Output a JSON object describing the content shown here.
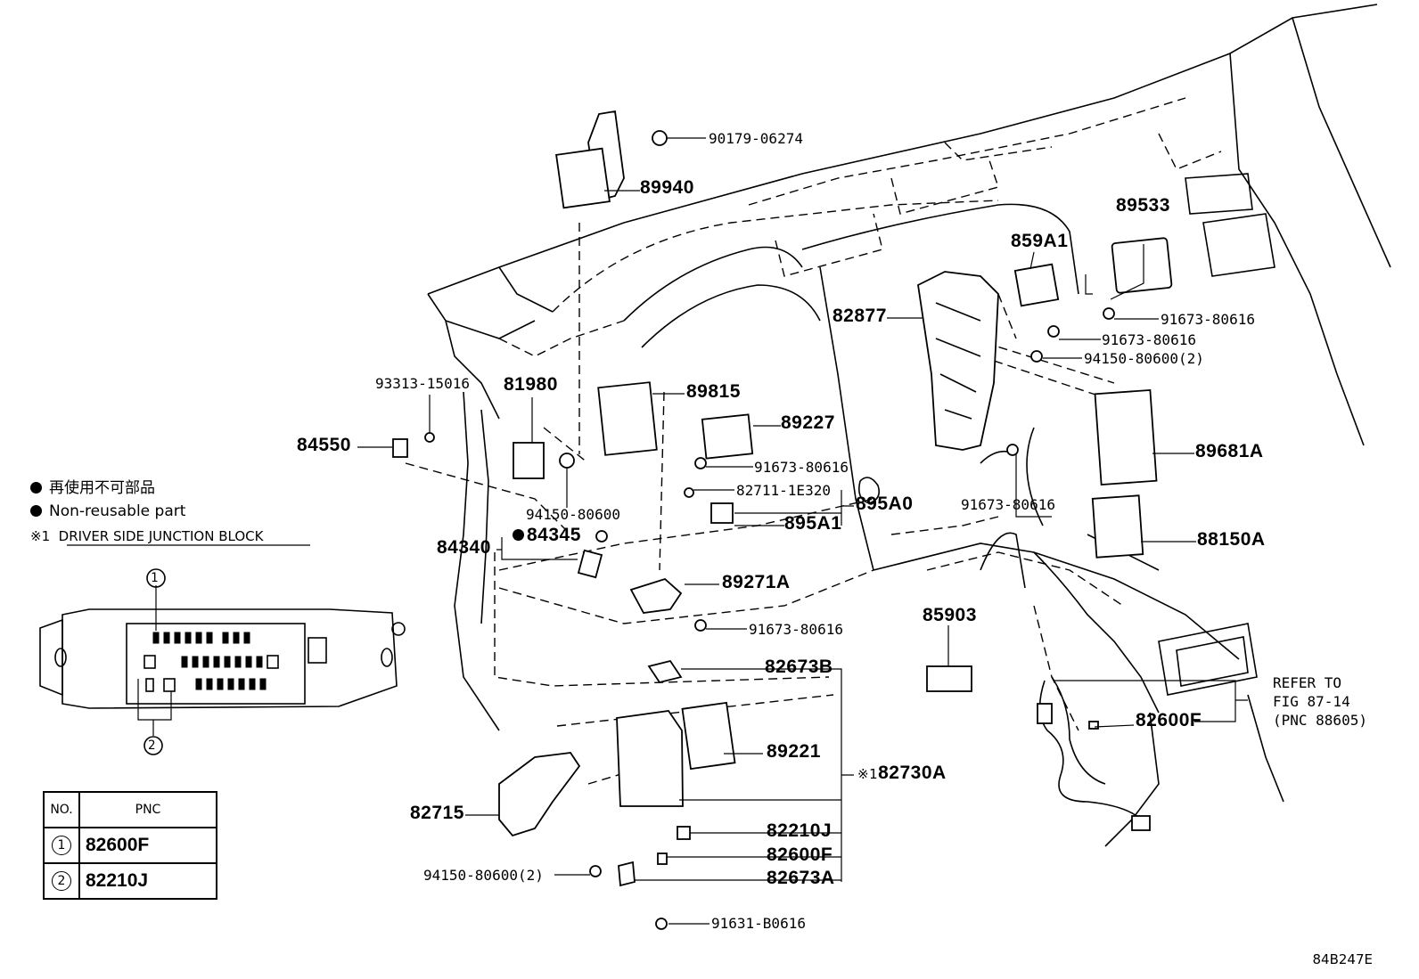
{
  "legend": {
    "non_reusable_jp": "再使用不可部品",
    "non_reusable_en": "Non-reusable part",
    "note_mark": "※1",
    "note_text": "DRIVER SIDE JUNCTION BLOCK"
  },
  "pnc_table": {
    "header_no": "NO.",
    "header_pnc": "PNC",
    "rows": [
      {
        "no": "1",
        "pnc": "82600F"
      },
      {
        "no": "2",
        "pnc": "82210J"
      }
    ]
  },
  "junction_block_callouts": [
    "1",
    "2"
  ],
  "parts": {
    "p90179": "90179-06274",
    "p89940": "89940",
    "p89533": "89533",
    "p859A1": "859A1",
    "p82877": "82877",
    "p91673_a": "91673-80616",
    "p91673_b": "91673-80616",
    "p94150_2a": "94150-80600(2)",
    "p93313": "93313-15016",
    "p81980": "81980",
    "p89815": "89815",
    "p89227": "89227",
    "p84550": "84550",
    "p91673_c": "91673-80616",
    "p89681A": "89681A",
    "p82711": "82711-1E320",
    "p895A0": "895A0",
    "p91673_d": "91673-80616",
    "p94150": "94150-80600",
    "p895A1": "895A1",
    "p88150A": "88150A",
    "p84345": "84345",
    "p84340": "84340",
    "p89271A": "89271A",
    "p85903": "85903",
    "p91673_e": "91673-80616",
    "p82673B": "82673B",
    "refer_1": "REFER TO",
    "refer_2": "FIG 87-14",
    "refer_3": "(PNC 88605)",
    "p82600F_r": "82600F",
    "p89221": "89221",
    "p82730A_mark": "※1",
    "p82730A": "82730A",
    "p82715": "82715",
    "p82210J": "82210J",
    "p82600F": "82600F",
    "p94150_2b": "94150-80600(2)",
    "p82673A": "82673A",
    "p91631": "91631-B0616"
  },
  "figure_id": "84B247E"
}
